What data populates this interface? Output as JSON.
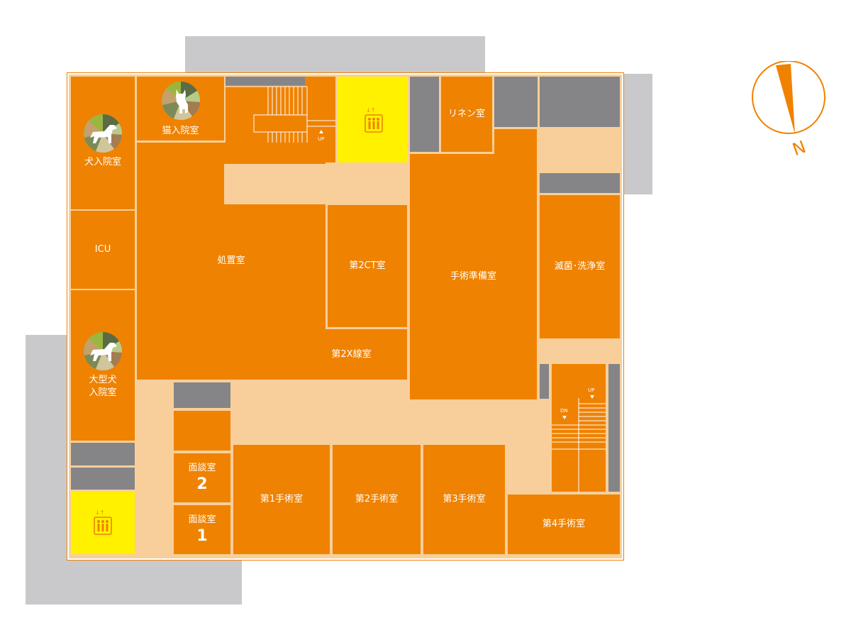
{
  "colors": {
    "room": "#ef8200",
    "corridor": "#f8cf9a",
    "elevator": "#fff100",
    "exterior": "#c9c9cb",
    "pillar": "#858587"
  },
  "compass": {
    "label": "N",
    "icon": "compass-needle-icon"
  },
  "rooms": {
    "dog_ward": "犬入院室",
    "cat_ward": "猫入院室",
    "icu": "ICU",
    "large_dog_ward_line1": "大型犬",
    "large_dog_ward_line2": "入院室",
    "treatment": "処置室",
    "ct2": "第2CT室",
    "xray2": "第2X線室",
    "prep": "手術準備室",
    "linen": "リネン室",
    "sterilize": "滅菌･洗浄室",
    "consult_label": "面談室",
    "consult2_num": "2",
    "consult1_num": "1",
    "op1": "第1手術室",
    "op2": "第2手術室",
    "op3": "第3手術室",
    "op4": "第4手術室"
  },
  "stairs": {
    "up": "UP",
    "dn": "DN"
  },
  "icons": {
    "dog": "dog-silhouette-icon",
    "cat": "cat-silhouette-icon",
    "elevator": "elevator-icon"
  }
}
